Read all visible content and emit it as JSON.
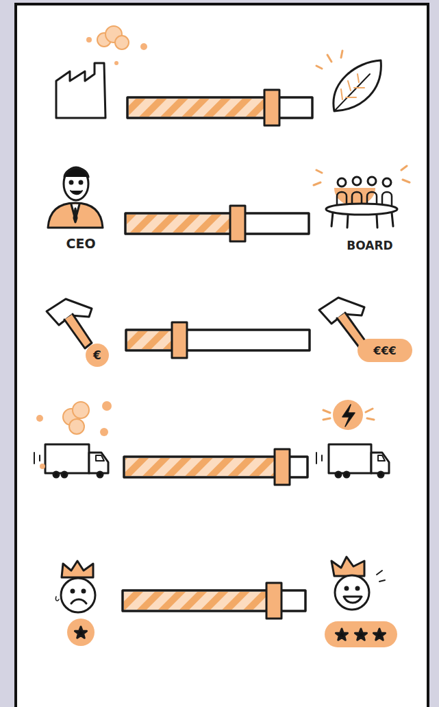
{
  "diagram": {
    "nodes": [
      {
        "text": [
          "€"
        ]
      },
      {
        "text": [
          "€€€"
        ]
      }
    ],
    "labels": [
      "CEO",
      "BOARD"
    ]
  }
}
